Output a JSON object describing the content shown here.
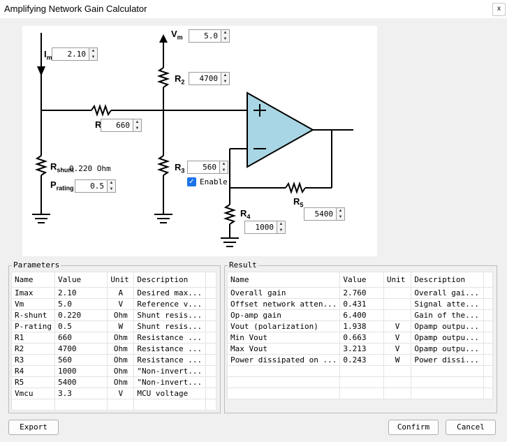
{
  "window": {
    "title": "Amplifying Network Gain Calculator",
    "close_glyph": "x"
  },
  "circuit": {
    "im_value": "2.10",
    "vm_value": "5.0",
    "r2_value": "4700",
    "r_value": "660",
    "r3_value": "560",
    "r4_value": "1000",
    "r5_value": "5400",
    "p_rating_value": "0.5",
    "r_shunt_text": "0.220 Ohm",
    "enable_label": "Enable",
    "enable_checked": true
  },
  "parameters": {
    "title": "Parameters",
    "columns": [
      "Name",
      "Value",
      "Unit",
      "Description"
    ],
    "rows": [
      [
        "Imax",
        "2.10",
        "A",
        "Desired max..."
      ],
      [
        "Vm",
        "5.0",
        "V",
        "Reference v..."
      ],
      [
        "R-shunt",
        "0.220",
        "Ohm",
        "Shunt resis..."
      ],
      [
        "P-rating",
        "0.5",
        "W",
        "Shunt resis..."
      ],
      [
        "R1",
        "660",
        "Ohm",
        "Resistance ..."
      ],
      [
        "R2",
        "4700",
        "Ohm",
        "Resistance ..."
      ],
      [
        "R3",
        "560",
        "Ohm",
        "Resistance ..."
      ],
      [
        "R4",
        "1000",
        "Ohm",
        "\"Non-invert..."
      ],
      [
        "R5",
        "5400",
        "Ohm",
        "\"Non-invert..."
      ],
      [
        "Vmcu",
        "3.3",
        "V",
        "MCU voltage"
      ]
    ]
  },
  "result": {
    "title": "Result",
    "columns": [
      "Name",
      "Value",
      "Unit",
      "Description"
    ],
    "rows": [
      [
        "Overall gain",
        "2.760",
        "",
        "Overall gai..."
      ],
      [
        "Offset network atten...",
        "0.431",
        "",
        "Signal atte..."
      ],
      [
        "Op-amp gain",
        "6.400",
        "",
        "Gain of the..."
      ],
      [
        "Vout (polarization)",
        "1.938",
        "V",
        "Opamp outpu..."
      ],
      [
        "Min Vout",
        "0.663",
        "V",
        "Opamp outpu..."
      ],
      [
        "Max Vout",
        "3.213",
        "V",
        "Opamp outpu..."
      ],
      [
        "Power dissipated on ...",
        "0.243",
        "W",
        "Power dissi..."
      ]
    ]
  },
  "buttons": {
    "export": "Export",
    "confirm": "Confirm",
    "cancel": "Cancel"
  }
}
